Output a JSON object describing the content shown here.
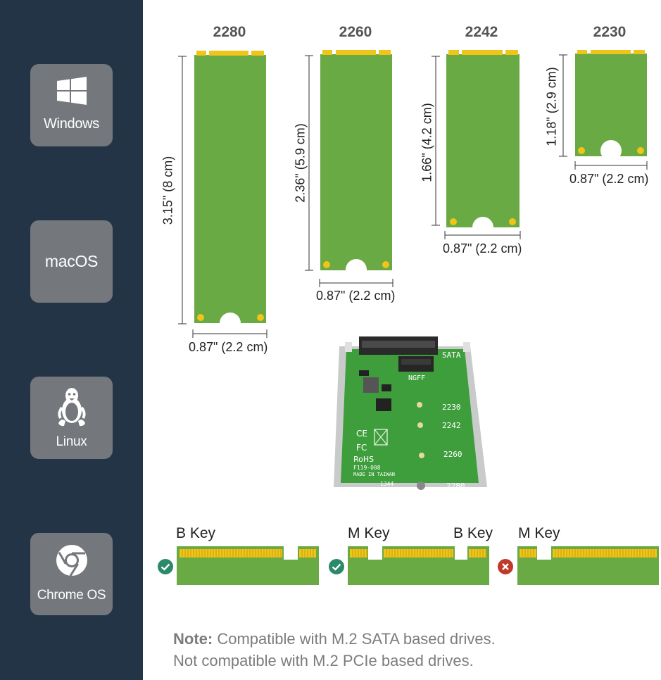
{
  "sidebar": {
    "os": [
      {
        "label": "Windows",
        "icon": "windows-logo-icon"
      },
      {
        "label": "macOS",
        "icon": ""
      },
      {
        "label": "Linux",
        "icon": "linux-penguin-icon"
      },
      {
        "label": "Chrome OS",
        "icon": "chrome-logo-icon"
      }
    ]
  },
  "sizes": [
    {
      "name": "2280",
      "length": "3.15\" (8 cm)",
      "width": "0.87\" (2.2 cm)"
    },
    {
      "name": "2260",
      "length": "2.36\" (5.9 cm)",
      "width": "0.87\" (2.2 cm)"
    },
    {
      "name": "2242",
      "length": "1.66\" (4.2 cm)",
      "width": "0.87\" (2.2 cm)"
    },
    {
      "name": "2230",
      "length": "1.18\" (2.9 cm)",
      "width": "0.87\" (2.2 cm)"
    }
  ],
  "adapter": {
    "labels": {
      "sata": "SATA",
      "ngff": "NGFF",
      "s2230": "2230",
      "s2242": "2242",
      "s2260": "2260",
      "s2280": "2280",
      "rohs": "RoHS",
      "model": "F119-008",
      "made": "MADE IN TAIWAN",
      "code": "1344",
      "ce": "CE",
      "fc": "FC"
    }
  },
  "keys": [
    {
      "labels": [
        "B Key"
      ],
      "status": "compatible",
      "icon": "check-icon"
    },
    {
      "labels": [
        "M Key",
        "B Key"
      ],
      "status": "compatible",
      "icon": "check-icon"
    },
    {
      "labels": [
        "M Key"
      ],
      "status": "incompatible",
      "icon": "cross-icon"
    }
  ],
  "note": {
    "prefix": "Note:",
    "line1": " Compatible with M.2 SATA based drives.",
    "line2": "Not compatible with M.2 PCIe based drives."
  },
  "colors": {
    "sidebar": "#243447",
    "tile": "#74777b",
    "pcb": "#6aaa45",
    "gold": "#f0c419",
    "check": "#2a8a6a",
    "cross": "#c0392b"
  }
}
